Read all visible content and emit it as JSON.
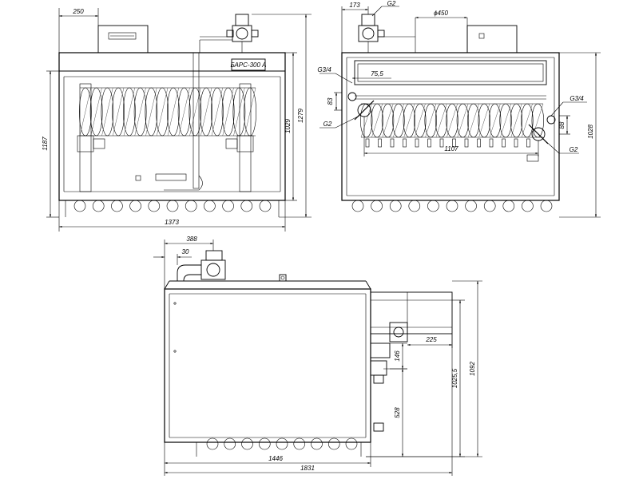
{
  "front_view": {
    "dims": {
      "top_offset": "250",
      "overall_width": "1373",
      "total_height": "1187",
      "height_mid": "1029",
      "height_outer": "1279"
    },
    "plate_label": "БАРС-300 А"
  },
  "side_view": {
    "dims": {
      "top_left": "173",
      "connection_top": "G2",
      "diameter": "ϕ450",
      "left_upper": "G3/4",
      "left_gap": "75,5",
      "left_vertical": "83",
      "left_lower": "G2",
      "right_upper": "G3/4",
      "right_vertical": "88",
      "bottom_width": "1107",
      "right_height": "1028",
      "right_lower": "G2"
    }
  },
  "plan_view": {
    "dims": {
      "top_388": "388",
      "top_30": "30",
      "mid_225": "225",
      "v_146": "146",
      "v_528": "528",
      "v_1025": "1025,5",
      "v_1092": "1092",
      "bottom_1446": "1446",
      "bottom_1831": "1831"
    }
  }
}
